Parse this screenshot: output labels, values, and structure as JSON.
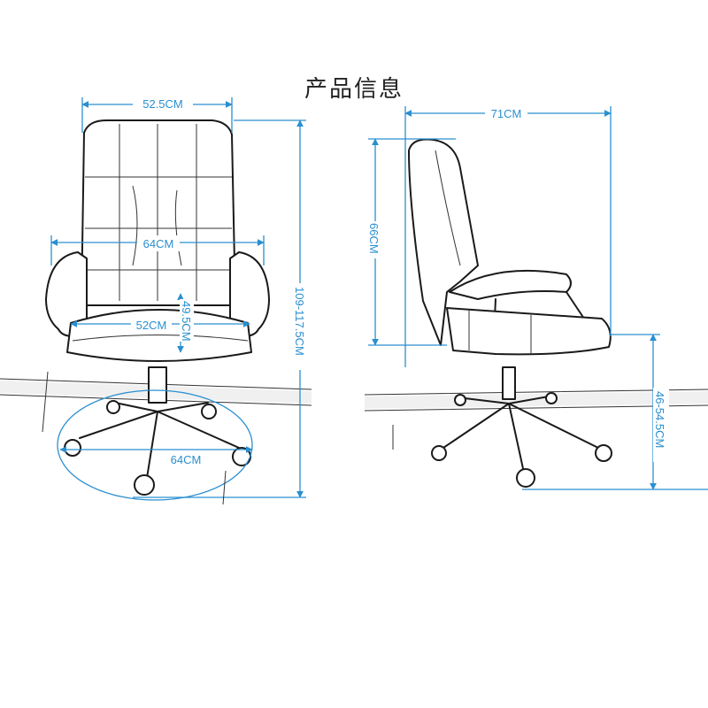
{
  "title": "产品信息",
  "dimensions": {
    "front_top_width": "52.5CM",
    "front_arm_width": "64CM",
    "seat_width": "52CM",
    "seat_depth": "49.5CM",
    "total_height": "109-117.5CM",
    "base_width": "64CM",
    "side_depth": "71CM",
    "back_height": "66CM",
    "seat_height": "46-54.5CM"
  },
  "colors": {
    "dimension": "#2a8fd0",
    "ink": "#1a1a1a"
  }
}
